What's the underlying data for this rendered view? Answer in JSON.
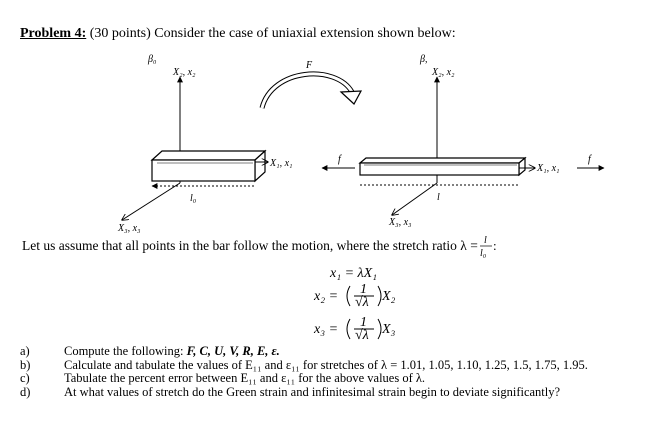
{
  "problem": {
    "label": "Problem 4:",
    "text": " (30 points) Consider the case of uniaxial extension shown below:"
  },
  "figure": {
    "beta_left": "β₀",
    "beta_right": "β,",
    "axis_vertical_left": "X₂, x₂",
    "axis_horizontal_left": "X₁, x₁",
    "axis_depth_left": "X₃, x₃",
    "length_left": "l₀",
    "mapping_label": "F",
    "axis_vertical_right": "X₂, x₂",
    "axis_horizontal_right": "X₁, x₁",
    "axis_depth_right": "X₃, x₃",
    "length_right": "l",
    "force_left": "f",
    "force_right": "f"
  },
  "intro": {
    "text": "Let us assume that all points in the bar follow the motion, where the stretch ratio λ = ",
    "ratio_num": "l",
    "ratio_den": "l₀",
    "ratio_end": ":"
  },
  "equations": {
    "eq1": "x₁ = λX₁",
    "eq2_lhs": "x₂ =",
    "eq2_rhs": "X₂",
    "eq3_lhs": "x₃ =",
    "eq3_rhs": "X₃",
    "frac_num": "1",
    "frac_den": "√λ"
  },
  "tasks": [
    {
      "letter": "a)",
      "text": "Compute the following: ",
      "bold": "F, C, U, V, R, E, ε."
    },
    {
      "letter": "b)",
      "text": "Calculate and tabulate the values of E₁₁ and ε₁₁ for stretches of λ = 1.01, 1.05, 1.10, 1.25, 1.5, 1.75, 1.95.",
      "bold": ""
    },
    {
      "letter": "c)",
      "text": "Tabulate the percent error between E₁₁ and ε₁₁ for the above values of λ.",
      "bold": ""
    },
    {
      "letter": "d)",
      "text": "At what values of stretch do the Green strain and infinitesimal strain begin to deviate significantly?",
      "bold": ""
    }
  ]
}
